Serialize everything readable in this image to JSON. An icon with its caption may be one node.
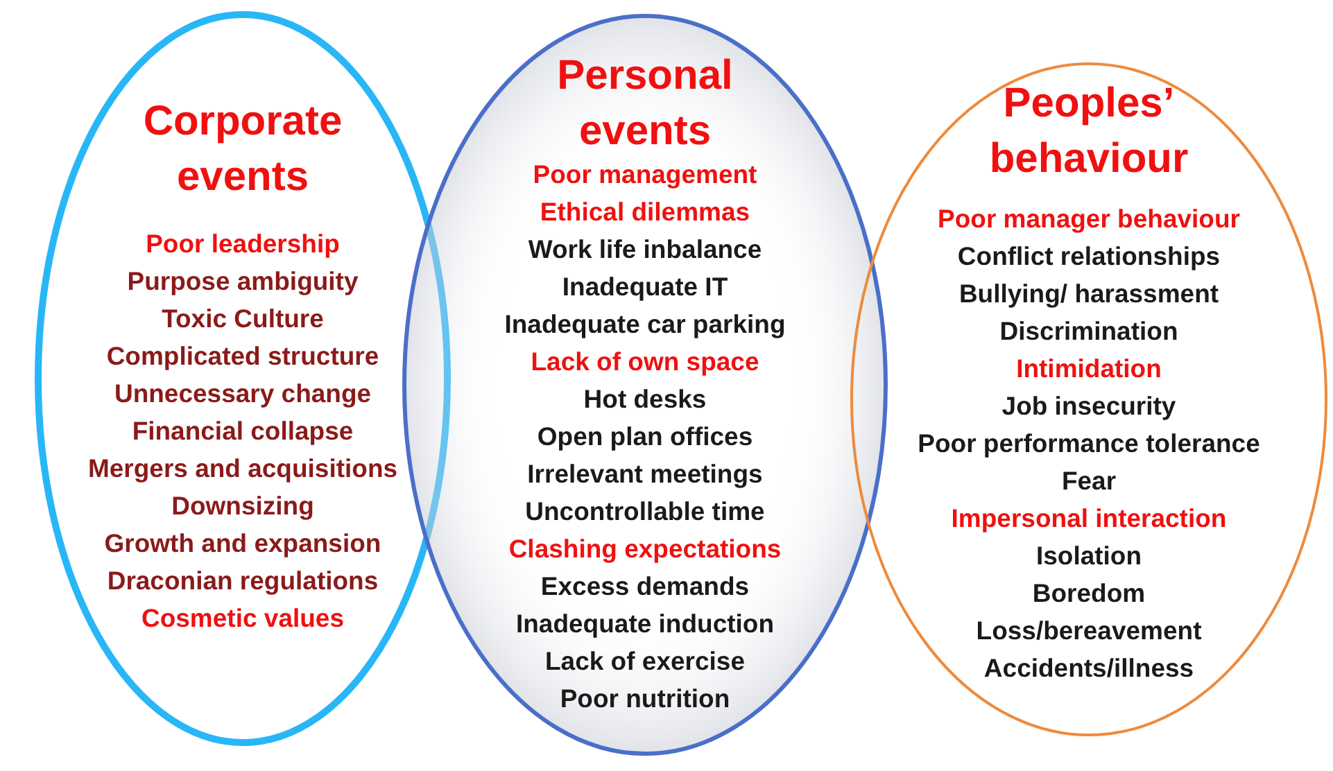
{
  "diagram": {
    "nodes": [
      {
        "text": [
          "Corporate events",
          "Poor leadership",
          "Purpose ambiguity",
          "Toxic Culture",
          "Complicated structure",
          "Unnecessary change",
          "Financial collapse",
          "Mergers and acquisitions",
          "Downsizing",
          "Growth and expansion",
          "Draconian regulations",
          "Cosmetic values"
        ]
      },
      {
        "text": [
          "Personal events",
          "Poor management",
          "Ethical dilemmas",
          "Work life inbalance",
          "Inadequate IT",
          "Inadequate car parking",
          "Lack of own space",
          "Hot desks",
          "Open plan offices",
          "Irrelevant meetings",
          "Uncontrollable time",
          "Clashing expectations",
          "Excess demands",
          "Inadequate induction",
          "Lack of exercise",
          "Poor nutrition"
        ]
      },
      {
        "text": [
          "Peoples’ behaviour",
          "Poor manager behaviour",
          "Conflict relationships",
          "Bullying/ harassment",
          "Discrimination",
          "Intimidation",
          "Job insecurity",
          "Poor performance tolerance",
          "Fear",
          "Impersonal interaction",
          "Isolation",
          "Boredom",
          "Loss/bereavement",
          "Accidents/illness"
        ]
      }
    ]
  }
}
